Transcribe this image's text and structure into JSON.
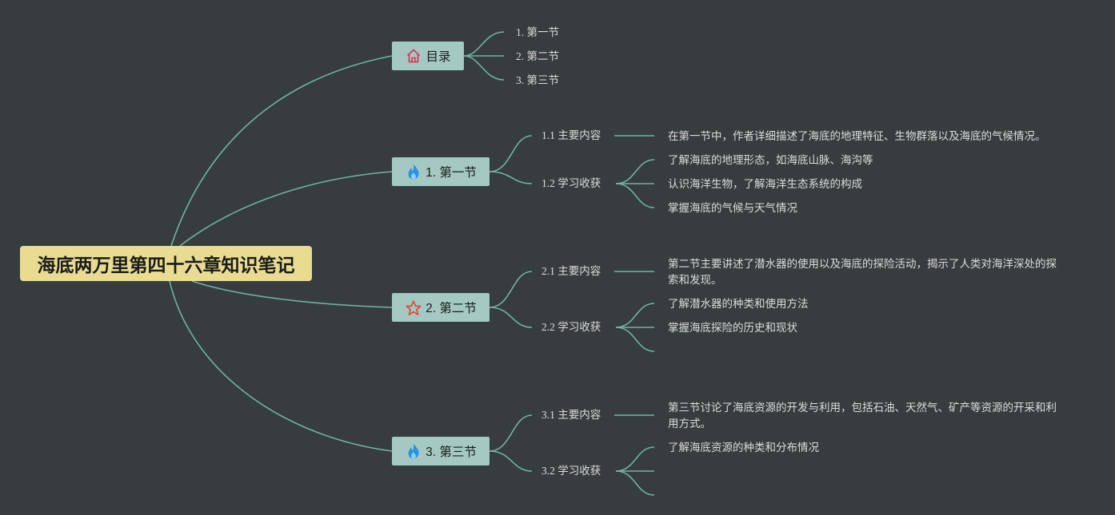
{
  "root": {
    "title": "海底两万里第四十六章知识笔记"
  },
  "colors": {
    "background": "#373c3f",
    "link": "#6fb3a3",
    "root_fill": "#e9dc91",
    "branch_fill": "#a4c8c2"
  },
  "branches": [
    {
      "label": "目录",
      "icon": "house-icon",
      "children": [
        {
          "label": "1. 第一节"
        },
        {
          "label": "2. 第二节"
        },
        {
          "label": "3. 第三节"
        }
      ]
    },
    {
      "label": "1. 第一节",
      "icon": "fire-icon",
      "children": [
        {
          "label": "1.1 主要内容",
          "leaves": [
            "在第一节中，作者详细描述了海底的地理特征、生物群落以及海底的气候情况。"
          ]
        },
        {
          "label": "1.2 学习收获",
          "leaves": [
            "了解海底的地理形态，如海底山脉、海沟等",
            "认识海洋生物，了解海洋生态系统的构成",
            "掌握海底的气候与天气情况"
          ]
        }
      ]
    },
    {
      "label": "2. 第二节",
      "icon": "star-icon",
      "children": [
        {
          "label": "2.1 主要内容",
          "leaves": [
            "第二节主要讲述了潜水器的使用以及海底的探险活动，揭示了人类对海洋深处的探索和发现。"
          ]
        },
        {
          "label": "2.2 学习收获",
          "leaves": [
            "了解潜水器的种类和使用方法",
            "掌握海底探险的历史和现状",
            ""
          ]
        }
      ]
    },
    {
      "label": "3. 第三节",
      "icon": "fire-icon",
      "children": [
        {
          "label": "3.1 主要内容",
          "leaves": [
            "第三节讨论了海底资源的开发与利用，包括石油、天然气、矿产等资源的开采和利用方式。"
          ]
        },
        {
          "label": "3.2 学习收获",
          "leaves": [
            "了解海底资源的种类和分布情况",
            "",
            ""
          ]
        }
      ]
    }
  ]
}
